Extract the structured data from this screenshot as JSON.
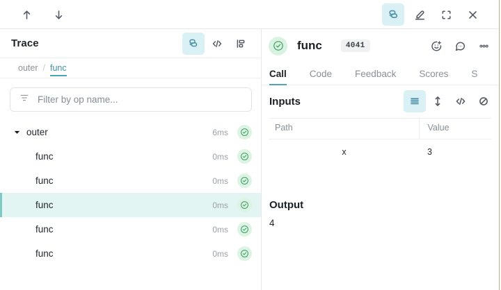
{
  "topbar": {
    "nav_up": "nav-up",
    "nav_down": "nav-down",
    "layers_label": "layers",
    "highlight_label": "highlight",
    "expand_label": "expand",
    "close_label": "close"
  },
  "left_panel": {
    "title": "Trace",
    "header_icons": [
      "layers",
      "code",
      "tree"
    ],
    "breadcrumb": [
      {
        "label": "outer",
        "current": false
      },
      {
        "label": "func",
        "current": true
      }
    ],
    "breadcrumb_separator": "/",
    "filter": {
      "placeholder": "Filter by op name...",
      "value": "",
      "icon": "filter-icon"
    },
    "tree_rows": [
      {
        "label": "outer",
        "duration": "6ms",
        "status": "ok",
        "depth": 0,
        "expanded": true,
        "selected": false
      },
      {
        "label": "func",
        "duration": "0ms",
        "status": "ok",
        "depth": 1,
        "expanded": false,
        "selected": false
      },
      {
        "label": "func",
        "duration": "0ms",
        "status": "ok",
        "depth": 1,
        "expanded": false,
        "selected": false
      },
      {
        "label": "func",
        "duration": "0ms",
        "status": "ok",
        "depth": 1,
        "expanded": false,
        "selected": true
      },
      {
        "label": "func",
        "duration": "0ms",
        "status": "ok",
        "depth": 1,
        "expanded": false,
        "selected": false
      },
      {
        "label": "func",
        "duration": "0ms",
        "status": "ok",
        "depth": 1,
        "expanded": false,
        "selected": false
      }
    ]
  },
  "right_panel": {
    "call": {
      "name": "func",
      "badge": "4041",
      "status": "ok"
    },
    "tabs": [
      {
        "label": "Call",
        "active": true
      },
      {
        "label": "Code",
        "active": false
      },
      {
        "label": "Feedback",
        "active": false
      },
      {
        "label": "Scores",
        "active": false
      },
      {
        "label": "S",
        "active": false
      }
    ],
    "inputs": {
      "title": "Inputs",
      "columns": [
        "Path",
        "Value"
      ],
      "rows": [
        {
          "path": "x",
          "value": "3"
        }
      ]
    },
    "output": {
      "title": "Output",
      "value": "4"
    }
  },
  "colors": {
    "accent_teal": "#4da3bb",
    "active_bg": "#d9f0f5",
    "selected_row": "#e3f5f2",
    "status_green_bg": "#ddf3e4",
    "status_green": "#2e9e5b"
  }
}
